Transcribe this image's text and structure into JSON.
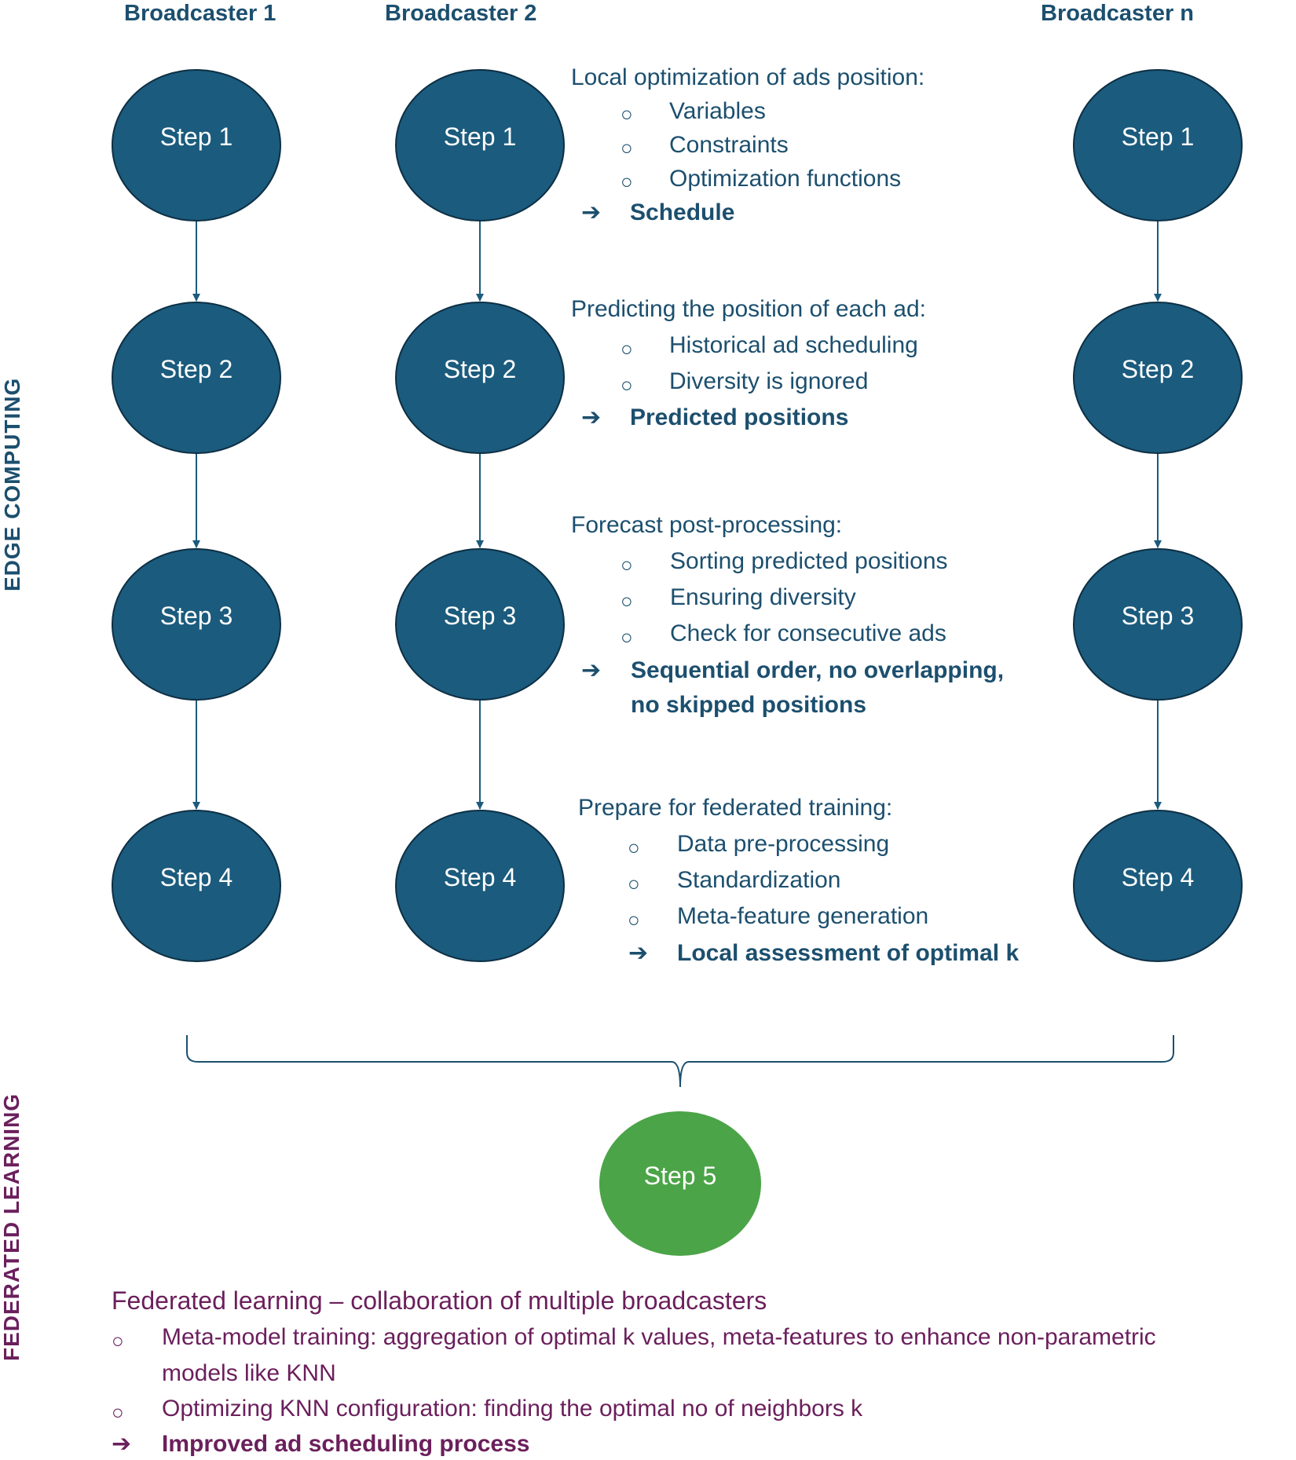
{
  "columns": [
    "Broadcaster 1",
    "Broadcaster 2",
    "Broadcaster n"
  ],
  "steps": [
    "Step 1",
    "Step 2",
    "Step 3",
    "Step 4"
  ],
  "step5": "Step 5",
  "side_labels": {
    "edge": "EDGE COMPUTING",
    "federated": "FEDERATED LEARNING"
  },
  "blocks": [
    {
      "heading": "Local optimization of ads position:",
      "items": [
        "Variables",
        "Constraints",
        "Optimization functions"
      ],
      "result": [
        "Schedule"
      ]
    },
    {
      "heading": "Predicting the position of each ad:",
      "items": [
        "Historical ad scheduling",
        "Diversity is ignored"
      ],
      "result": [
        "Predicted positions"
      ]
    },
    {
      "heading": "Forecast post-processing:",
      "items": [
        "Sorting predicted positions",
        "Ensuring diversity",
        "Check for consecutive ads"
      ],
      "result": [
        "Sequential order, no overlapping,",
        "no skipped positions"
      ]
    },
    {
      "heading": "Prepare for federated training:",
      "items": [
        "Data pre-processing",
        "Standardization",
        "Meta-feature generation"
      ],
      "result": [
        "Local assessment of optimal k"
      ]
    }
  ],
  "federated": {
    "heading": "Federated learning – collaboration of multiple broadcasters",
    "items": [
      [
        "Meta-model training: aggregation of optimal k values, meta-features to enhance non-parametric",
        "models like KNN"
      ],
      [
        "Optimizing KNN configuration: finding the optimal no of neighbors k"
      ]
    ],
    "result": "Improved ad scheduling process"
  },
  "symbols": {
    "bullet": "○",
    "arrow": "➔"
  },
  "colors": {
    "node": "#1b5b7d",
    "node_stroke": "#0d2f44",
    "text": "#1c4f6e",
    "step5": "#4ba447",
    "federated": "#6b1f5c",
    "connector": "#1b5b7d"
  }
}
